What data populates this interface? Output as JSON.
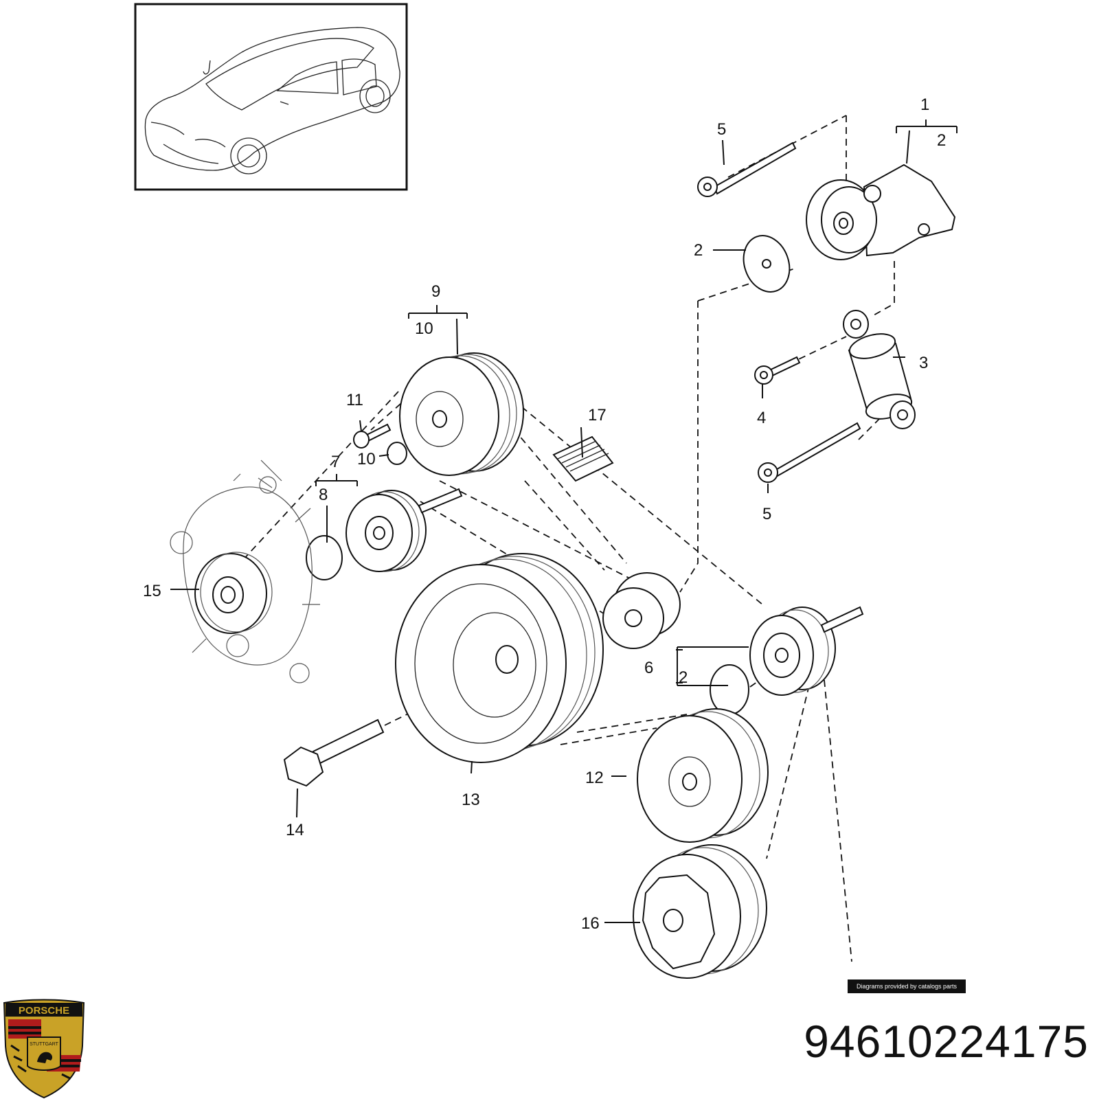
{
  "callouts": {
    "c1": "1",
    "c2a": "2",
    "c2b": "2",
    "c2c": "2",
    "c3": "3",
    "c4": "4",
    "c5a": "5",
    "c5b": "5",
    "c6": "6",
    "c7": "7",
    "c8": "8",
    "c9": "9",
    "c10a": "10",
    "c10b": "10",
    "c11": "11",
    "c12": "12",
    "c13": "13",
    "c14": "14",
    "c15": "15",
    "c16": "16",
    "c17": "17"
  },
  "credit_text": "Diagrams provided by catalogs parts",
  "part_number": "94610224175",
  "logo": {
    "brand": "PORSCHE",
    "city": "STUTTGART",
    "colors": [
      "#c9a227",
      "#b01c1c",
      "#111111"
    ]
  }
}
